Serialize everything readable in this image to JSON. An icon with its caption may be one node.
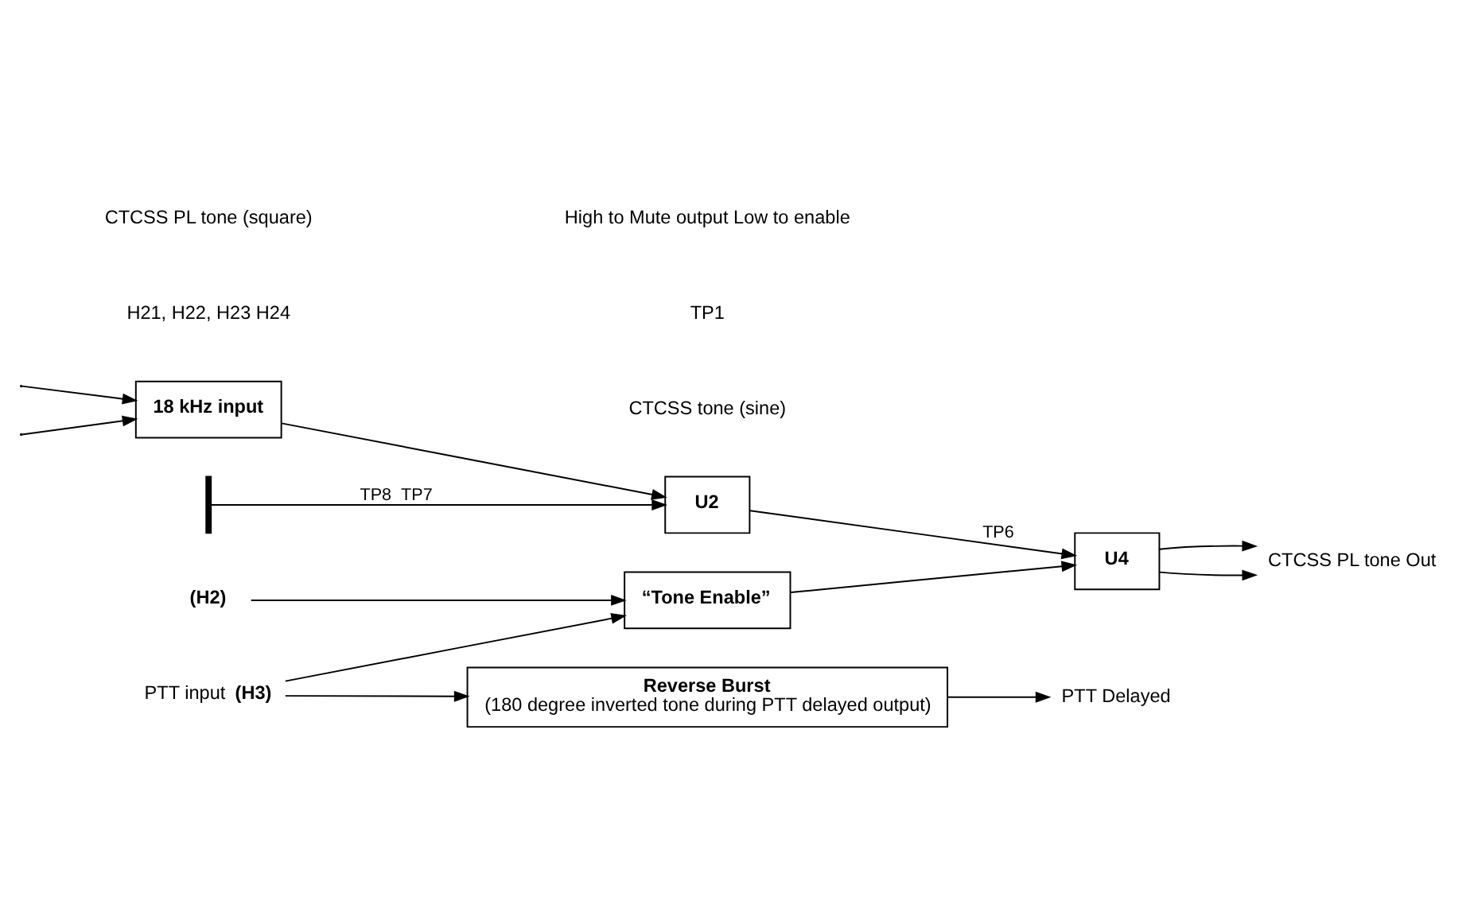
{
  "diagram": {
    "nodes": [
      {
        "text": [
          "18 kHz input"
        ]
      },
      {
        "text": [
          "U2"
        ]
      },
      {
        "text": [
          "U4"
        ]
      },
      {
        "text": [
          "“Tone Enable”"
        ]
      },
      {
        "text": [
          "Reverse Burst",
          "(180 degree inverted tone during PTT delayed output)"
        ]
      },
      {
        "text": [
          "(H2)"
        ]
      },
      {
        "text": [
          "(H3)"
        ],
        "beside": [
          "PTT input"
        ]
      },
      {
        "text": [
          "CTCSS PL tone Out"
        ]
      },
      {
        "text": [
          "PTT Delayed"
        ]
      },
      {
        "text": [],
        "shape": "bar"
      }
    ],
    "edges": [
      {
        "from": null,
        "to": 0,
        "arrow": "to"
      },
      {
        "from": null,
        "to": 0,
        "arrow": "to"
      },
      {
        "from": 0,
        "to": 1,
        "arrow": "to"
      },
      {
        "from": 9,
        "to": 1,
        "arrow": "to",
        "label": "TP8  TP7"
      },
      {
        "from": 1,
        "to": 2,
        "arrow": "to",
        "label": "TP6"
      },
      {
        "from": 2,
        "to": 7,
        "arrow": "to"
      },
      {
        "from": 2,
        "to": 7,
        "arrow": "to"
      },
      {
        "from": 3,
        "to": 2,
        "arrow": "to"
      },
      {
        "from": 5,
        "to": 3,
        "arrow": "to"
      },
      {
        "from": 6,
        "to": 3,
        "arrow": "to"
      },
      {
        "from": 6,
        "to": 4,
        "arrow": "to"
      },
      {
        "from": 4,
        "to": 8,
        "arrow": "to"
      }
    ],
    "labels": [
      "H21, H22, H23 H24",
      "CTCSS PL tone (square)",
      "CTCSS tone (sine)",
      "TP1",
      "High to Mute output Low to enable"
    ]
  }
}
